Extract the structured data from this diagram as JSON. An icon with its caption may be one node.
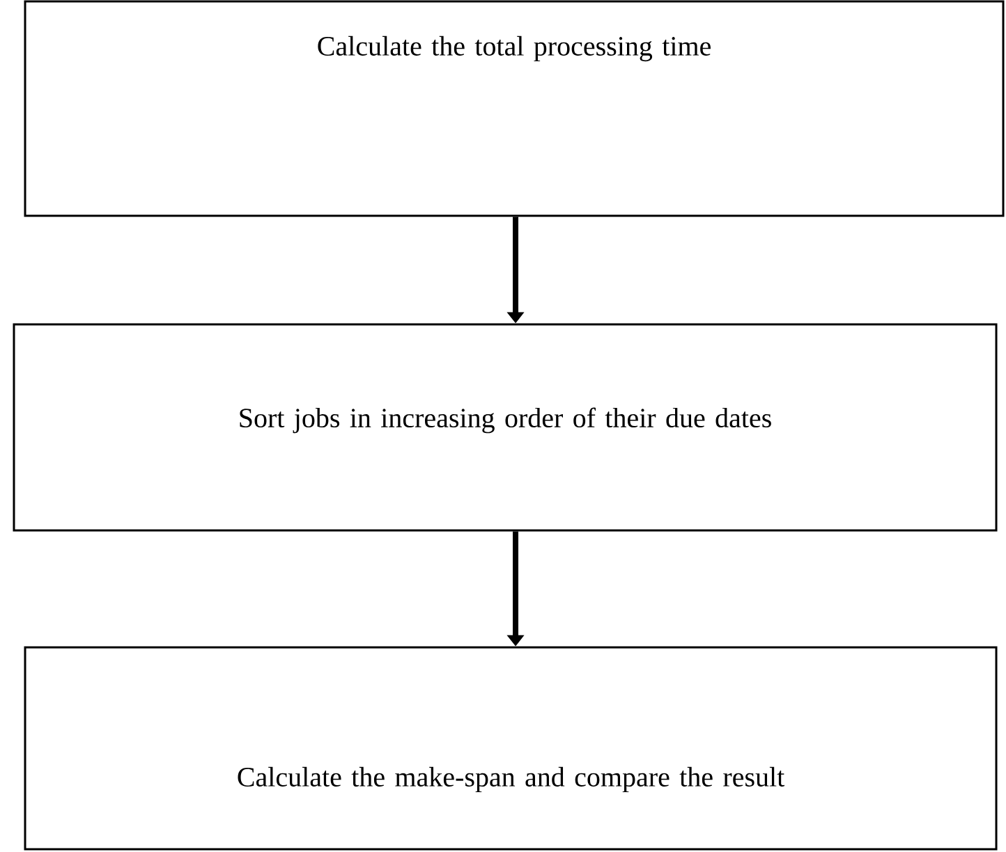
{
  "diagram": {
    "nodes": [
      {
        "text": [
          "Calculate the total processing time"
        ]
      },
      {
        "text": [
          "Sort jobs in increasing order of their due dates"
        ]
      },
      {
        "text": [
          "Calculate the make-span and compare the result"
        ]
      }
    ],
    "edges": [
      {
        "from": 0,
        "to": 1,
        "arrow": "to"
      },
      {
        "from": 1,
        "to": 2,
        "arrow": "to"
      }
    ]
  }
}
